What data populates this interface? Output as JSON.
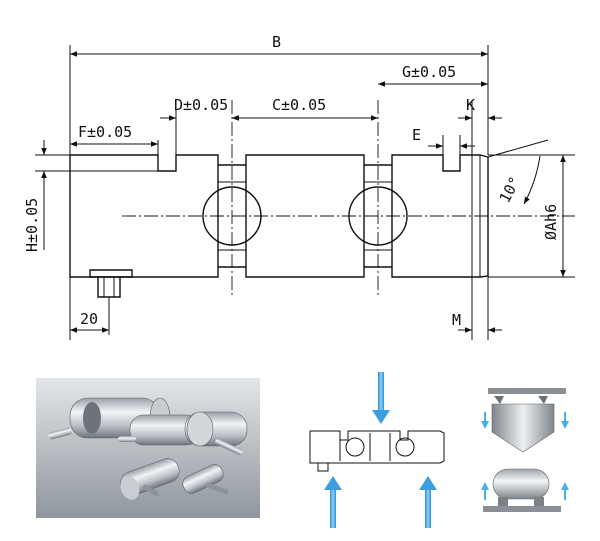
{
  "drawing": {
    "labels": {
      "b": "B",
      "g": "G±0.05",
      "d": "D±0.05",
      "c": "C±0.05",
      "k": "K",
      "f": "F±0.05",
      "e": "E",
      "h": "H±0.05",
      "angle": "10°",
      "diameter": "ØAh6",
      "twenty": "20",
      "m": "M"
    }
  },
  "colors": {
    "line": "#111111",
    "arrow": "#4aaee8",
    "metal_light": "#d8dce0",
    "metal_dark": "#7a8088",
    "photo_bg_top": "#d9dde1",
    "photo_bg_bottom": "#9aa1a8"
  }
}
